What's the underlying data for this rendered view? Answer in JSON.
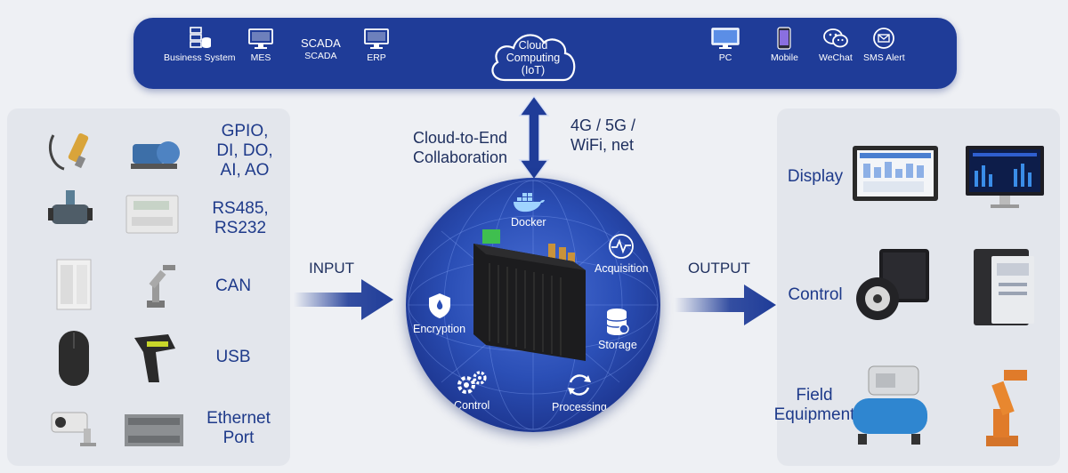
{
  "top_bar": {
    "business_system": "Business System",
    "mes": "MES",
    "scada_title": "SCADA",
    "scada_sub": "SCADA",
    "erp": "ERP",
    "cloud_line1": "Cloud",
    "cloud_line2": "Computing",
    "cloud_line3": "(IoT)",
    "pc": "PC",
    "mobile": "Mobile",
    "wechat": "WeChat",
    "sms": "SMS Alert"
  },
  "middle": {
    "collab_line1": "Cloud-to-End",
    "collab_line2": "Collaboration",
    "network_line1": "4G / 5G /",
    "network_line2": "WiFi, net",
    "input": "INPUT",
    "output": "OUTPUT"
  },
  "gateway_features": {
    "docker": "Docker",
    "acquisition": "Acquisition",
    "encryption": "Encryption",
    "storage": "Storage",
    "control": "Control",
    "processing": "Processing"
  },
  "inputs": [
    {
      "line1": "GPIO,",
      "line2": "DI, DO,",
      "line3": "AI, AO"
    },
    {
      "line1": "RS485,",
      "line2": "RS232"
    },
    {
      "line1": "CAN"
    },
    {
      "line1": "USB"
    },
    {
      "line1": "Ethernet",
      "line2": "Port"
    }
  ],
  "outputs": {
    "display": "Display",
    "control": "Control",
    "field_line1": "Field",
    "field_line2": "Equipment"
  },
  "colors": {
    "brand_blue": "#1f3c98",
    "text_blue": "#1e3a8a",
    "arrow_blue": "#1f3c98",
    "panel_gray": "#e3e6ec"
  }
}
